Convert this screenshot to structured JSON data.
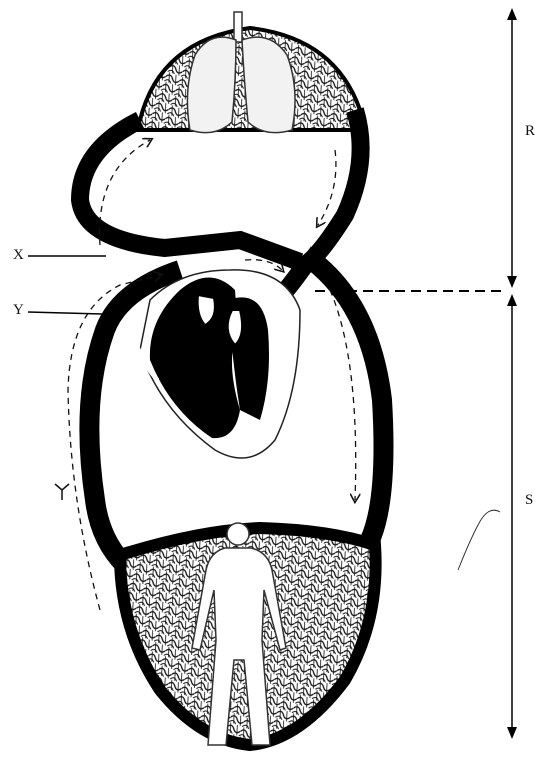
{
  "labels": {
    "x": "X",
    "y": "Y",
    "r": "R",
    "s": "S"
  },
  "colors": {
    "vessel": "#000000",
    "background": "#ffffff",
    "mesh": "#111111"
  },
  "icons": {
    "lungs": "lungs-icon",
    "heart": "heart-icon",
    "body": "human-body-icon"
  }
}
